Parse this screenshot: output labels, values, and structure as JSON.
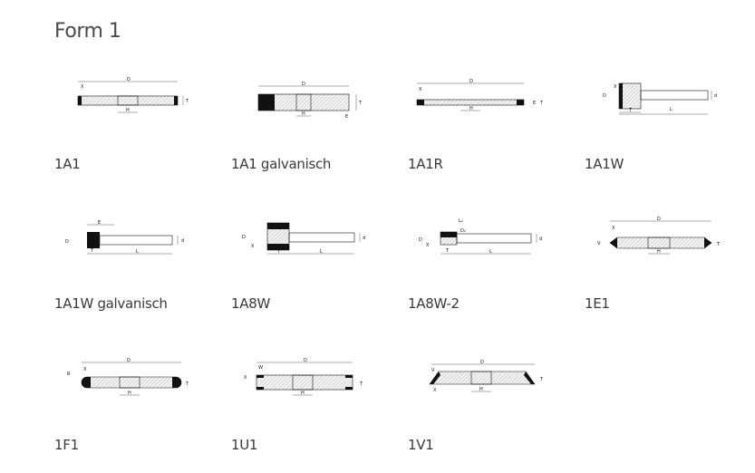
{
  "title": "Form 1",
  "items": [
    {
      "label": "1A1"
    },
    {
      "label": "1A1 galvanisch"
    },
    {
      "label": "1A1R"
    },
    {
      "label": "1A1W"
    },
    {
      "label": "1A1W galvanisch"
    },
    {
      "label": "1A8W"
    },
    {
      "label": "1A8W-2"
    },
    {
      "label": "1E1"
    },
    {
      "label": "1F1"
    },
    {
      "label": "1U1"
    },
    {
      "label": "1V1"
    }
  ],
  "dims": {
    "D": "D",
    "T": "T",
    "H": "H",
    "X": "X",
    "E": "E",
    "L": "L",
    "d": "d",
    "V": "V",
    "R": "R",
    "W": "W",
    "L2": "L₂",
    "D2": "D₂"
  }
}
